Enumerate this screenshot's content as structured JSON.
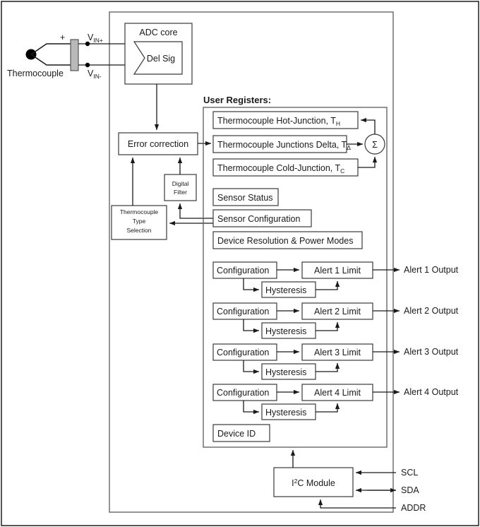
{
  "figure": {
    "outer_border": true,
    "chip_boundary_label": ""
  },
  "input": {
    "sensor_label": "Thermocouple",
    "polarity_plus": "+",
    "vin_plus": "V",
    "vin_plus_sub": "IN+",
    "vin_minus": "V",
    "vin_minus_sub": "IN-"
  },
  "adc": {
    "title": "ADC core",
    "modulator_label": "Del Sig"
  },
  "blocks": {
    "error_correction": "Error correction",
    "digital_filter_line1": "Digital",
    "digital_filter_line2": "Filter",
    "tc_type_line1": "Thermocouple",
    "tc_type_line2": "Type",
    "tc_type_line3": "Selection",
    "i2c_module_pre": "I",
    "i2c_module_sup": "2",
    "i2c_module_post": "C Module"
  },
  "registers": {
    "heading": "User Registers:",
    "hot_junction_pre": "Thermocouple Hot-Junction, T",
    "hot_junction_sub": "H",
    "delta_pre": "Thermocouple Junctions Delta, T",
    "delta_sub": "Δ",
    "cold_junction_pre": "Thermocouple Cold-Junction, T",
    "cold_junction_sub": "C",
    "summation_symbol": "Σ",
    "sensor_status": "Sensor Status",
    "sensor_configuration": "Sensor Configuration",
    "device_resolution": "Device Resolution & Power Modes",
    "device_id": "Device ID"
  },
  "alerts": [
    {
      "config": "Configuration",
      "limit": "Alert 1 Limit",
      "hysteresis": "Hysteresis",
      "output": "Alert 1 Output"
    },
    {
      "config": "Configuration",
      "limit": "Alert 2 Limit",
      "hysteresis": "Hysteresis",
      "output": "Alert 2 Output"
    },
    {
      "config": "Configuration",
      "limit": "Alert 3 Limit",
      "hysteresis": "Hysteresis",
      "output": "Alert 3 Output"
    },
    {
      "config": "Configuration",
      "limit": "Alert 4 Limit",
      "hysteresis": "Hysteresis",
      "output": "Alert 4 Output"
    }
  ],
  "pins": {
    "scl": "SCL",
    "sda": "SDA",
    "addr": "ADDR"
  },
  "colors": {
    "line": "#1a1a1a",
    "box_stroke": "#3a3a3a",
    "frame_stroke": "#5a5a5a",
    "connector_fill": "#b9b9b9",
    "background": "#ffffff"
  }
}
